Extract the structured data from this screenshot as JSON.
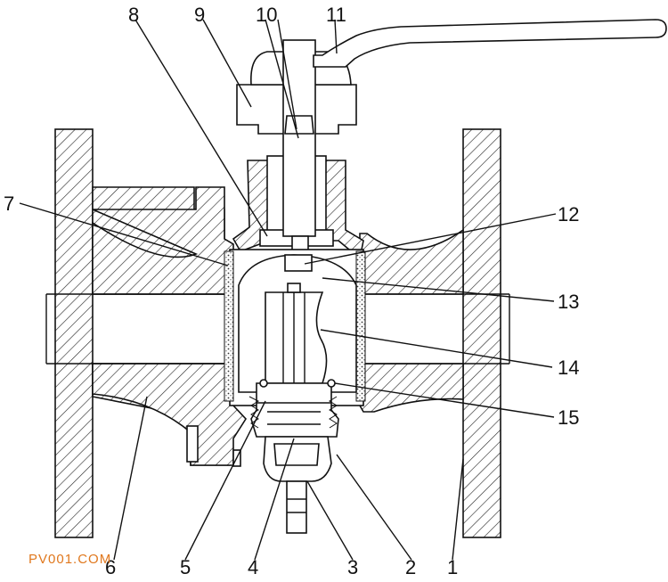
{
  "labels": {
    "n1": "1",
    "n2": "2",
    "n3": "3",
    "n4": "4",
    "n5": "5",
    "n6": "6",
    "n7": "7",
    "n8": "8",
    "n9": "9",
    "n10": "10",
    "n11": "11",
    "n12": "12",
    "n13": "13",
    "n14": "14",
    "n15": "15"
  },
  "watermark": "PV001.COM"
}
